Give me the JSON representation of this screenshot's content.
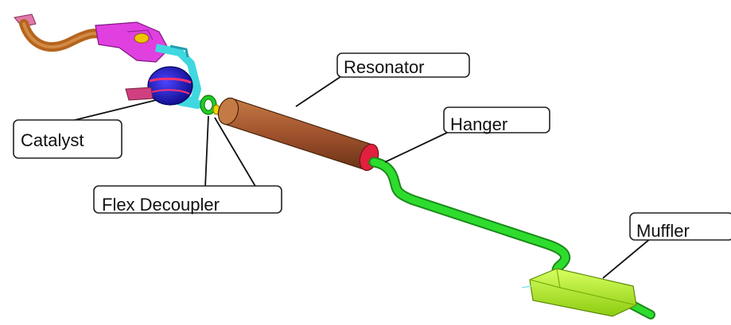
{
  "labels": {
    "resonator": "Resonator",
    "hanger": "Hanger",
    "catalyst": "Catalyst",
    "flex_decoupler": "Flex Decoupler",
    "muffler": "Muffler"
  },
  "colors": {
    "manifold_pipe": "#b5651d",
    "manifold_body": "#e040e0",
    "bracket": "#40d8e0",
    "catalyst": "#1a14c8",
    "catalyst_band": "#ff3070",
    "flex_decoupler": "#22cc22",
    "resonator": "#a0522d",
    "resonator_end": "#e0203c",
    "tailpipe": "#2edc2e",
    "muffler": "#b4f020"
  }
}
